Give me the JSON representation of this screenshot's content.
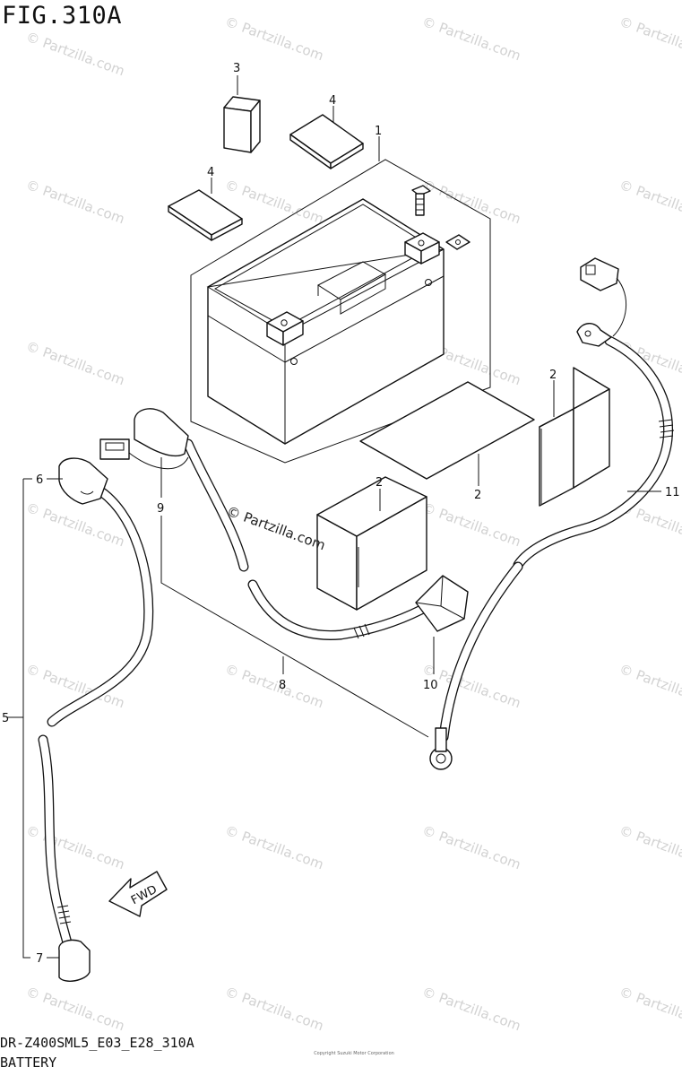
{
  "figure": {
    "title": "FIG.310A",
    "code": "DR-Z400SML5_E03_E28_310A",
    "name": "BATTERY",
    "copyright": "Copyright Suzuki Motor Corporation"
  },
  "callouts": [
    "1",
    "2",
    "2",
    "2",
    "3",
    "4",
    "4",
    "5",
    "6",
    "7",
    "8",
    "9",
    "10",
    "11"
  ],
  "direction_arrow": "FWD",
  "watermark": "© Partzilla.com"
}
